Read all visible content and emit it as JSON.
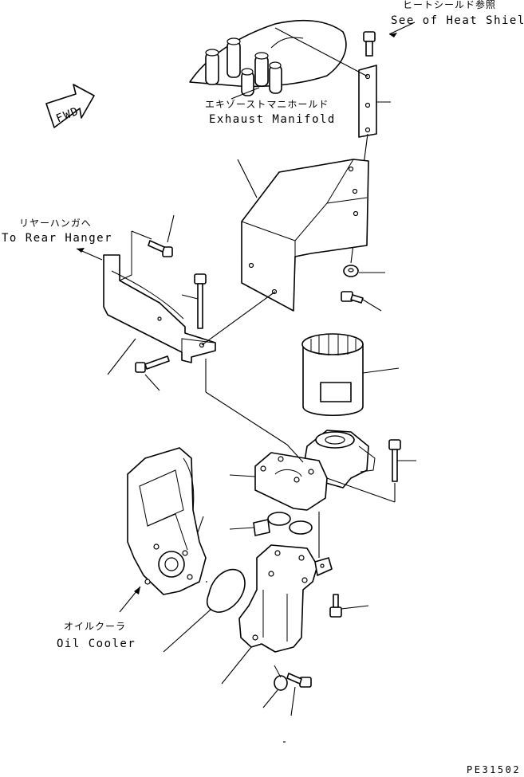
{
  "labels": {
    "heat_shield_jp": "ヒートシールド参照",
    "heat_shield_en": "See of Heat Shield",
    "exhaust_manifold_jp": "エキゾーストマニホールド",
    "exhaust_manifold_en": "Exhaust Manifold",
    "rear_hanger_jp": "リヤーハンガへ",
    "rear_hanger_en": "To Rear Hanger",
    "oil_cooler_jp": "オイルクーラ",
    "oil_cooler_en": "Oil Cooler",
    "fwd": "FWD",
    "drawing_code": "PE31502"
  }
}
